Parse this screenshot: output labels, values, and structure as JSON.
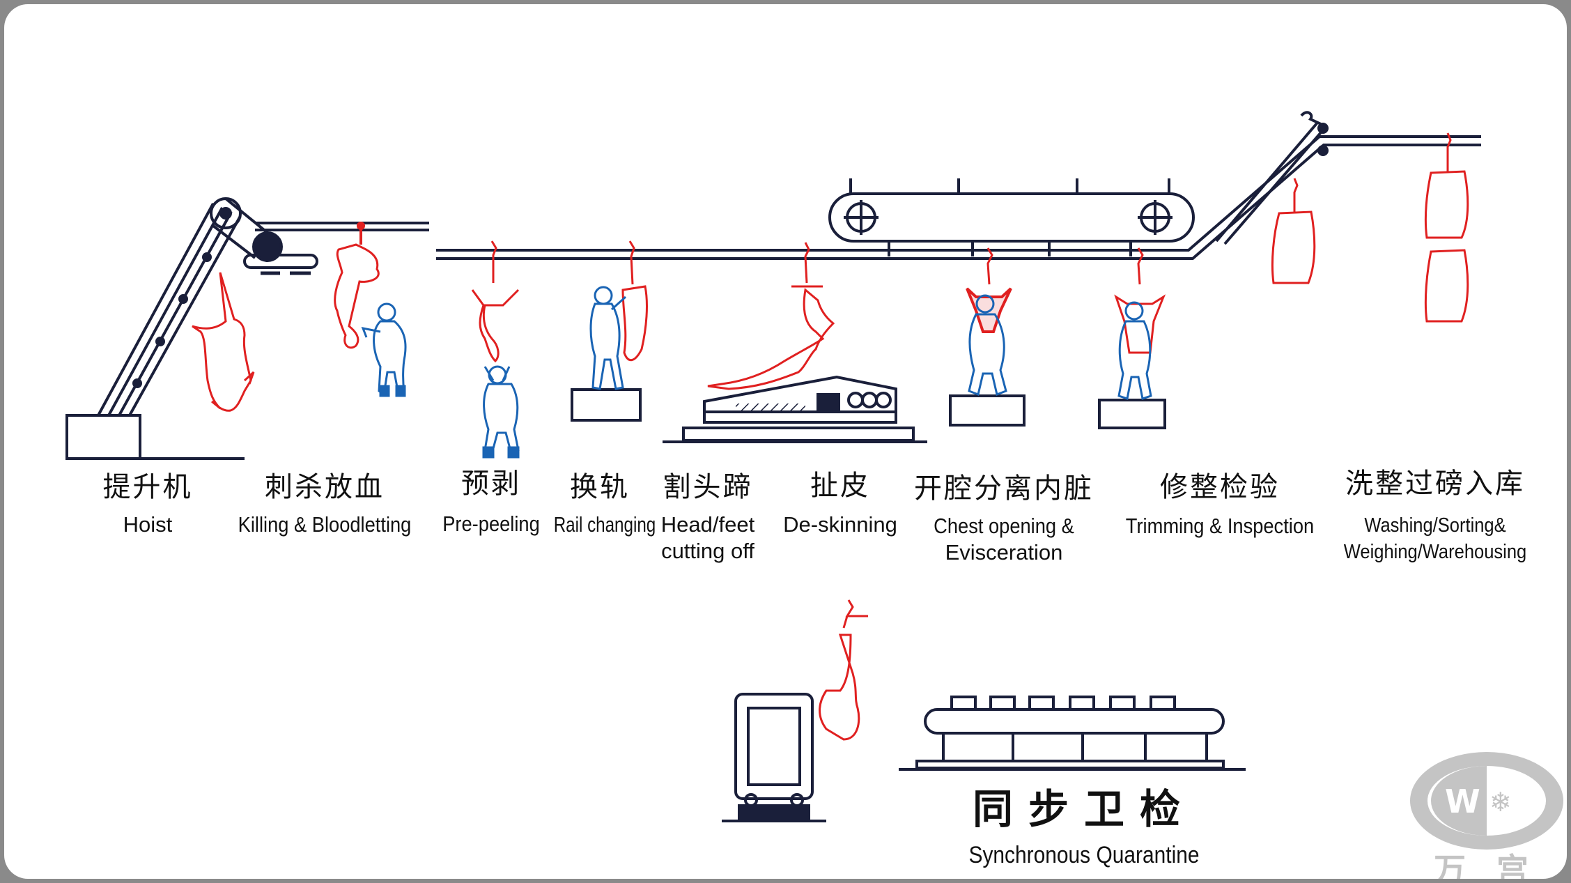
{
  "colors": {
    "carcass": "#e02020",
    "worker": "#1a64b4",
    "machinery": "#1a1f3a",
    "text": "#111111",
    "logo": "#c4c4c4"
  },
  "stages": [
    {
      "zh": "提升机",
      "en": "Hoist"
    },
    {
      "zh": "刺杀放血",
      "en": "Killing & Bloodletting"
    },
    {
      "zh": "预剥",
      "en": "Pre-peeling"
    },
    {
      "zh": "换轨",
      "en": "Rail changing"
    },
    {
      "zh": "割头蹄",
      "en_line1": "Head/feet",
      "en_line2": "cutting off"
    },
    {
      "zh": "扯皮",
      "en": "De-skinning"
    },
    {
      "zh": "开腔分离内脏",
      "en_line1": "Chest opening &",
      "en_line2": "Evisceration"
    },
    {
      "zh": "修整检验",
      "en": "Trimming & Inspection"
    },
    {
      "zh": "洗整过磅入库",
      "en_line1": "Washing/Sorting&",
      "en_line2": "Weighing/Warehousing"
    }
  ],
  "quarantine": {
    "zh": "同步卫检",
    "en": "Synchronous Quarantine"
  },
  "logo": {
    "text": "万宫",
    "mark": "W"
  }
}
